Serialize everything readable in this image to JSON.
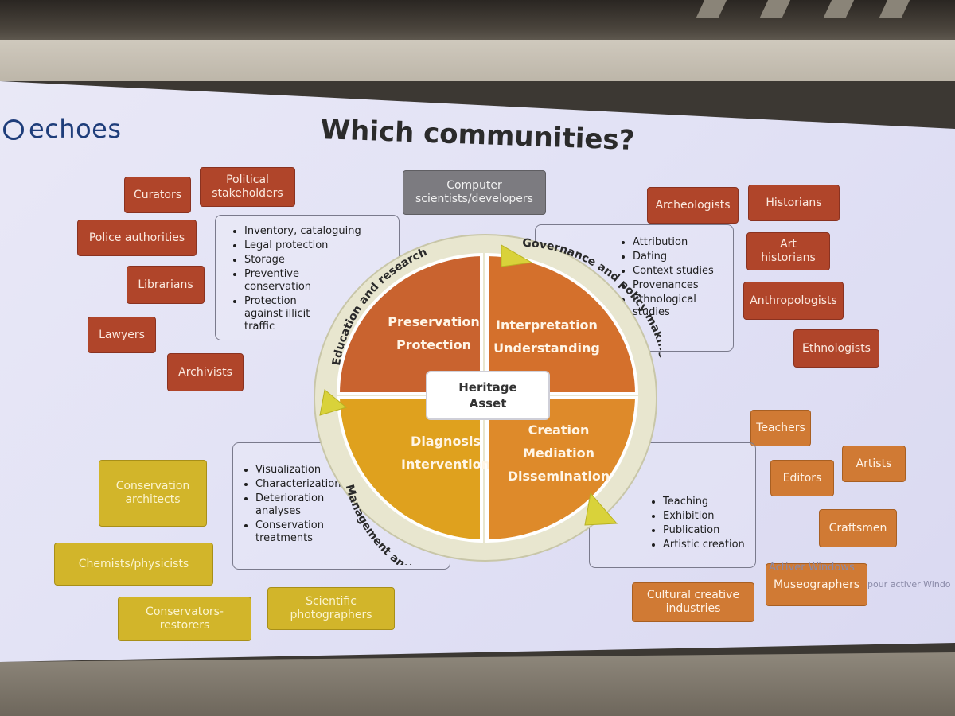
{
  "logo": {
    "text": "echoes"
  },
  "title": "Which communities?",
  "top_center": "Computer scientists/developers",
  "left_tags": [
    "Political stakeholders",
    "Curators",
    "Police authorities",
    "Librarians",
    "Lawyers",
    "Archivists"
  ],
  "right_tags": [
    "Archeologists",
    "Historians",
    "Art historians",
    "Anthropologists",
    "Ethnologists"
  ],
  "bottom_left_tags": [
    "Conservation architects",
    "Chemists/physicists",
    "Conservators-restorers",
    "Scientific photographers"
  ],
  "bottom_right_tags": [
    "Teachers",
    "Artists",
    "Editors",
    "Craftsmen",
    "Museographers",
    "Cultural creative industries"
  ],
  "lists": {
    "preservation": [
      "Inventory, cataloguing",
      "Legal protection",
      "Storage",
      "Preventive conservation",
      "Protection against illicit traffic"
    ],
    "interpretation": [
      "Attribution",
      "Dating",
      "Context studies",
      "Provenances",
      "Ethnological studies"
    ],
    "diagnosis": [
      "Visualization",
      "Characterization",
      "Deterioration analyses",
      "Conservation treatments"
    ],
    "creation": [
      "Teaching",
      "Exhibition",
      "Publication",
      "Artistic creation"
    ]
  },
  "wheel": {
    "center": [
      "Heritage",
      "Asset"
    ],
    "quadrants": {
      "top_left": [
        "Preservation",
        "Protection"
      ],
      "top_right": [
        "Interpretation",
        "Understanding"
      ],
      "bottom_left": [
        "Diagnosis",
        "Intervention"
      ],
      "bottom_right": [
        "Creation",
        "Mediation",
        "Dissemination"
      ]
    },
    "ring_labels": {
      "top_left": "Education and research",
      "right": "Governance and policy making",
      "bottom": "Management and planning"
    },
    "colors": {
      "top_left": "#c9632f",
      "top_right": "#d4702c",
      "bottom_left": "#dfa11e",
      "bottom_right": "#de8a2a",
      "ring": "#e8e6cf",
      "arrow": "#d9d23a"
    }
  },
  "watermark": {
    "line1": "Activer Windows",
    "line2": "pour activer Windo"
  }
}
